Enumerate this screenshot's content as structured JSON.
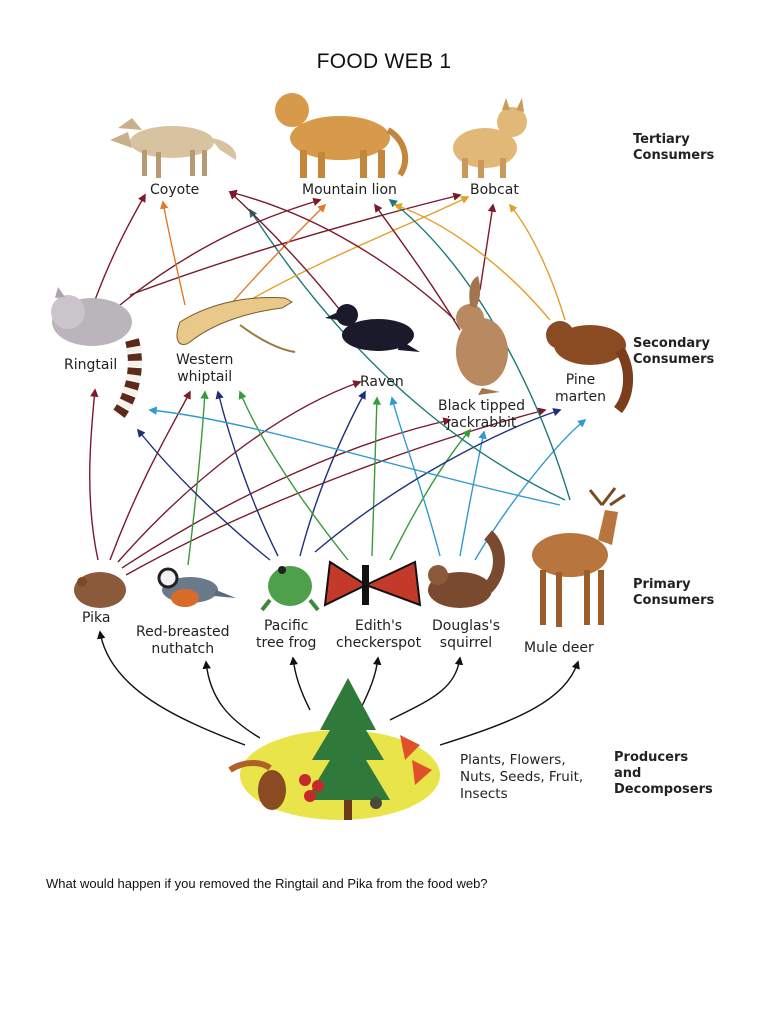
{
  "title": "FOOD WEB 1",
  "levels": {
    "tertiary": "Tertiary\nConsumers",
    "secondary": "Secondary\nConsumers",
    "primary": "Primary\nConsumers",
    "producers": "Producers\nand\nDecomposers"
  },
  "organisms": {
    "coyote": "Coyote",
    "mountain_lion": "Mountain lion",
    "bobcat": "Bobcat",
    "ringtail": "Ringtail",
    "western_whiptail": "Western\nwhiptail",
    "raven": "Raven",
    "black_tipped_jackrabbit": "Black tipped\njackrabbit",
    "pine_marten": "Pine\nmarten",
    "pika": "Pika",
    "red_breasted_nuthatch": "Red-breasted\nnuthatch",
    "pacific_tree_frog": "Pacific\ntree frog",
    "ediths_checkerspot": "Edith's\ncheckerspot",
    "douglas_squirrel": "Douglas's\nsquirrel",
    "mule_deer": "Mule deer"
  },
  "producers_label": "Plants, Flowers,\nNuts, Seeds, Fruit,\nInsects",
  "question": "What would happen if you removed the Ringtail and Pika from the food web?"
}
